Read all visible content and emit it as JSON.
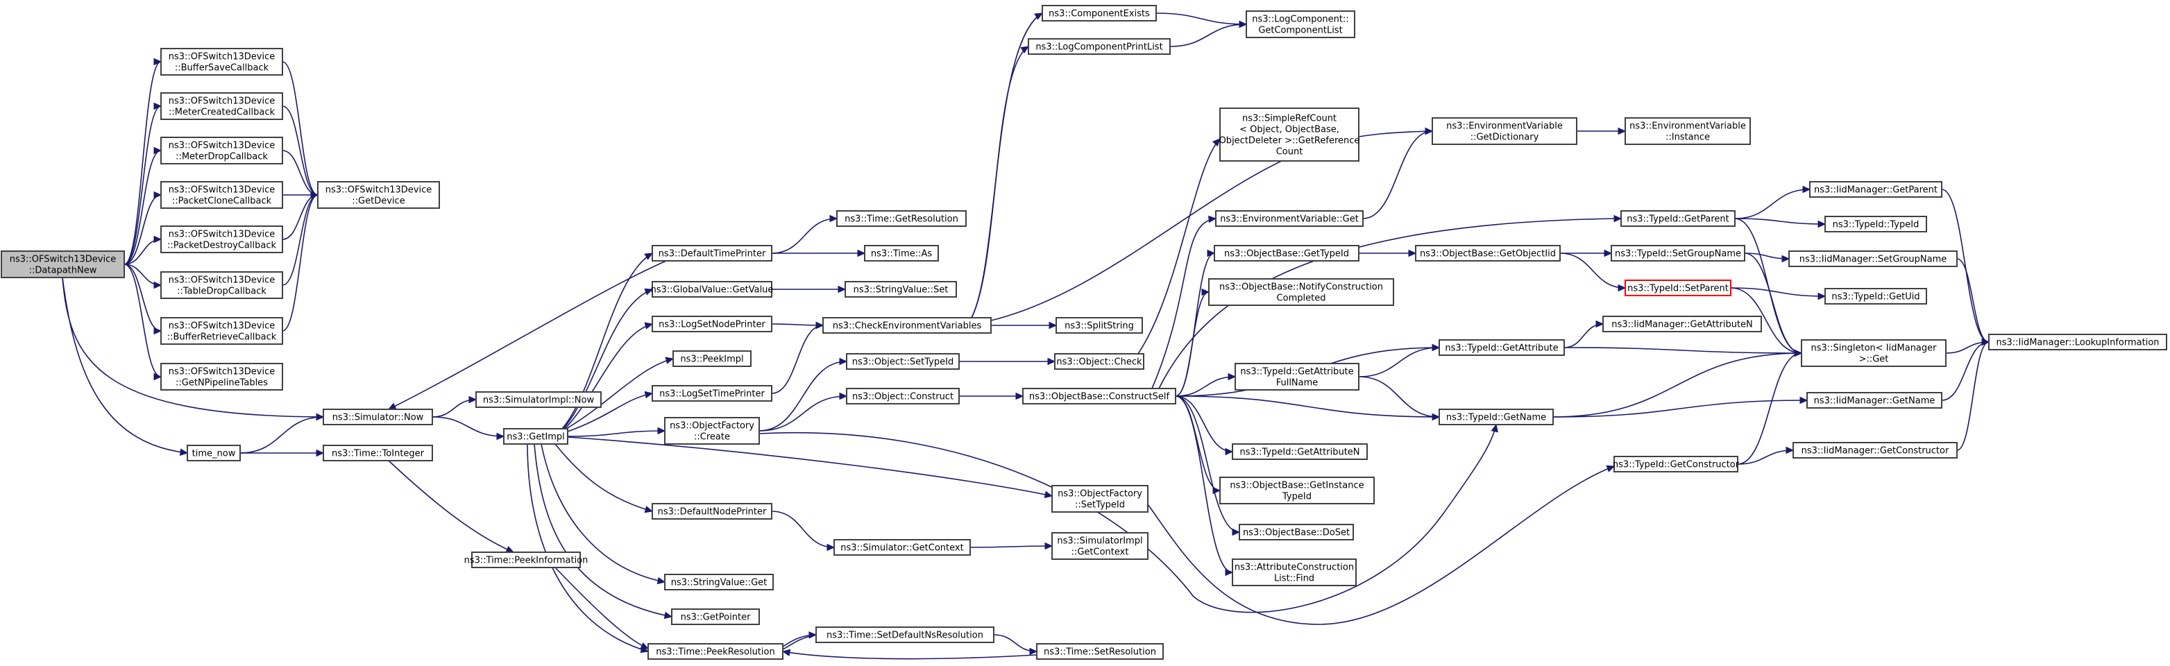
{
  "graph": {
    "root": "n0",
    "highlighted": [
      "n59"
    ],
    "colors": {
      "edge": "#191970",
      "node_border": "#404040",
      "root_fill": "#bfbfbf",
      "highlight_border": "#ff0000"
    },
    "nodes": [
      {
        "id": "n0",
        "label": [
          "ns3::OFSwitch13Device",
          "::DatapathNew"
        ]
      },
      {
        "id": "n1",
        "label": [
          "ns3::OFSwitch13Device",
          "::BufferSaveCallback"
        ]
      },
      {
        "id": "n2",
        "label": [
          "ns3::OFSwitch13Device",
          "::MeterCreatedCallback"
        ]
      },
      {
        "id": "n3",
        "label": [
          "ns3::OFSwitch13Device",
          "::MeterDropCallback"
        ]
      },
      {
        "id": "n4",
        "label": [
          "ns3::OFSwitch13Device",
          "::PacketCloneCallback"
        ]
      },
      {
        "id": "n5",
        "label": [
          "ns3::OFSwitch13Device",
          "::PacketDestroyCallback"
        ]
      },
      {
        "id": "n6",
        "label": [
          "ns3::OFSwitch13Device",
          "::TableDropCallback"
        ]
      },
      {
        "id": "n7",
        "label": [
          "ns3::OFSwitch13Device",
          "::BufferRetrieveCallback"
        ]
      },
      {
        "id": "n8",
        "label": [
          "ns3::OFSwitch13Device",
          "::GetNPipelineTables"
        ]
      },
      {
        "id": "n9",
        "label": [
          "ns3::OFSwitch13Device",
          "::GetDevice"
        ]
      },
      {
        "id": "n10",
        "label": [
          "ns3::Simulator::Now"
        ]
      },
      {
        "id": "n11",
        "label": [
          "time_now"
        ]
      },
      {
        "id": "n12",
        "label": [
          "ns3::Time::ToInteger"
        ]
      },
      {
        "id": "n13",
        "label": [
          "ns3::SimulatorImpl::Now"
        ]
      },
      {
        "id": "n14",
        "label": [
          "ns3::GetImpl"
        ]
      },
      {
        "id": "n15",
        "label": [
          "ns3::Time::PeekInformation"
        ]
      },
      {
        "id": "n16",
        "label": [
          "ns3::DefaultTimePrinter"
        ]
      },
      {
        "id": "n17",
        "label": [
          "ns3::GlobalValue::GetValue"
        ]
      },
      {
        "id": "n18",
        "label": [
          "ns3::LogSetNodePrinter"
        ]
      },
      {
        "id": "n19",
        "label": [
          "ns3::PeekImpl"
        ]
      },
      {
        "id": "n20",
        "label": [
          "ns3::LogSetTimePrinter"
        ]
      },
      {
        "id": "n21",
        "label": [
          "ns3::ObjectFactory",
          "::Create"
        ]
      },
      {
        "id": "n22",
        "label": [
          "ns3::DefaultNodePrinter"
        ]
      },
      {
        "id": "n23",
        "label": [
          "ns3::StringValue::Get"
        ]
      },
      {
        "id": "n24",
        "label": [
          "ns3::GetPointer"
        ]
      },
      {
        "id": "n25",
        "label": [
          "ns3::Time::PeekResolution"
        ]
      },
      {
        "id": "n26",
        "label": [
          "ns3::Time::GetResolution"
        ]
      },
      {
        "id": "n27",
        "label": [
          "ns3::Time::As"
        ]
      },
      {
        "id": "n28",
        "label": [
          "ns3::StringValue::Set"
        ]
      },
      {
        "id": "n29",
        "label": [
          "ns3::CheckEnvironmentVariables"
        ]
      },
      {
        "id": "n30",
        "label": [
          "ns3::Object::SetTypeId"
        ]
      },
      {
        "id": "n31",
        "label": [
          "ns3::Object::Construct"
        ]
      },
      {
        "id": "n32",
        "label": [
          "ns3::Simulator::GetContext"
        ]
      },
      {
        "id": "n33",
        "label": [
          "ns3::Time::SetDefaultNsResolution"
        ]
      },
      {
        "id": "n34",
        "label": [
          "ns3::ComponentExists"
        ]
      },
      {
        "id": "n35",
        "label": [
          "ns3::LogComponentPrintList"
        ]
      },
      {
        "id": "n36",
        "label": [
          "ns3::SplitString"
        ]
      },
      {
        "id": "n37",
        "label": [
          "ns3::Object::Check"
        ]
      },
      {
        "id": "n38",
        "label": [
          "ns3::ObjectBase::ConstructSelf"
        ]
      },
      {
        "id": "n39",
        "label": [
          "ns3::ObjectFactory",
          "::SetTypeId"
        ]
      },
      {
        "id": "n40",
        "label": [
          "ns3::SimulatorImpl",
          "::GetContext"
        ]
      },
      {
        "id": "n41",
        "label": [
          "ns3::Time::SetResolution"
        ]
      },
      {
        "id": "n42",
        "label": [
          "ns3::LogComponent::",
          "GetComponentList"
        ]
      },
      {
        "id": "n43",
        "label": [
          "ns3::SimpleRefCount",
          "< Object, ObjectBase,",
          "ObjectDeleter >::GetReference",
          "Count"
        ]
      },
      {
        "id": "n44",
        "label": [
          "ns3::EnvironmentVariable::Get"
        ]
      },
      {
        "id": "n45",
        "label": [
          "ns3::ObjectBase::GetTypeId"
        ]
      },
      {
        "id": "n46",
        "label": [
          "ns3::ObjectBase::NotifyConstruction",
          "Completed"
        ]
      },
      {
        "id": "n47",
        "label": [
          "ns3::TypeId::GetAttribute",
          "FullName"
        ]
      },
      {
        "id": "n48",
        "label": [
          "ns3::TypeId::GetAttributeN"
        ]
      },
      {
        "id": "n49",
        "label": [
          "ns3::ObjectBase::GetInstance",
          "TypeId"
        ]
      },
      {
        "id": "n50",
        "label": [
          "ns3::ObjectBase::DoSet"
        ]
      },
      {
        "id": "n51",
        "label": [
          "ns3::AttributeConstruction",
          "List::Find"
        ]
      },
      {
        "id": "n52",
        "label": [
          "ns3::EnvironmentVariable",
          "::GetDictionary"
        ]
      },
      {
        "id": "n53",
        "label": [
          "ns3::ObjectBase::GetObjectIid"
        ]
      },
      {
        "id": "n54",
        "label": [
          "ns3::TypeId::GetAttribute"
        ]
      },
      {
        "id": "n55",
        "label": [
          "ns3::TypeId::GetName"
        ]
      },
      {
        "id": "n56",
        "label": [
          "ns3::EnvironmentVariable",
          "::Instance"
        ]
      },
      {
        "id": "n57",
        "label": [
          "ns3::TypeId::GetParent"
        ]
      },
      {
        "id": "n58",
        "label": [
          "ns3::TypeId::SetGroupName"
        ]
      },
      {
        "id": "n59",
        "label": [
          "ns3::TypeId::SetParent"
        ]
      },
      {
        "id": "n60",
        "label": [
          "ns3::IidManager::GetAttributeN"
        ]
      },
      {
        "id": "n61",
        "label": [
          "ns3::TypeId::GetConstructor"
        ]
      },
      {
        "id": "n62",
        "label": [
          "ns3::IidManager::GetParent"
        ]
      },
      {
        "id": "n63",
        "label": [
          "ns3::TypeId::TypeId"
        ]
      },
      {
        "id": "n64",
        "label": [
          "ns3::IidManager::SetGroupName"
        ]
      },
      {
        "id": "n65",
        "label": [
          "ns3::TypeId::GetUid"
        ]
      },
      {
        "id": "n66",
        "label": [
          "ns3::Singleton< IidManager",
          ">::Get"
        ]
      },
      {
        "id": "n67",
        "label": [
          "ns3::IidManager::GetName"
        ]
      },
      {
        "id": "n68",
        "label": [
          "ns3::IidManager::GetConstructor"
        ]
      },
      {
        "id": "n69",
        "label": [
          "ns3::IidManager::LookupInformation"
        ]
      }
    ],
    "edges": [
      [
        "n0",
        "n1"
      ],
      [
        "n0",
        "n2"
      ],
      [
        "n0",
        "n3"
      ],
      [
        "n0",
        "n4"
      ],
      [
        "n0",
        "n5"
      ],
      [
        "n0",
        "n6"
      ],
      [
        "n0",
        "n7"
      ],
      [
        "n0",
        "n8"
      ],
      [
        "n0",
        "n10"
      ],
      [
        "n0",
        "n11"
      ],
      [
        "n1",
        "n9"
      ],
      [
        "n2",
        "n9"
      ],
      [
        "n3",
        "n9"
      ],
      [
        "n4",
        "n9"
      ],
      [
        "n5",
        "n9"
      ],
      [
        "n6",
        "n9"
      ],
      [
        "n7",
        "n9"
      ],
      [
        "n11",
        "n10"
      ],
      [
        "n11",
        "n12"
      ],
      [
        "n10",
        "n13"
      ],
      [
        "n10",
        "n14"
      ],
      [
        "n12",
        "n15"
      ],
      [
        "n14",
        "n16"
      ],
      [
        "n14",
        "n17"
      ],
      [
        "n14",
        "n18"
      ],
      [
        "n14",
        "n19"
      ],
      [
        "n14",
        "n20"
      ],
      [
        "n14",
        "n21"
      ],
      [
        "n14",
        "n22"
      ],
      [
        "n14",
        "n23"
      ],
      [
        "n14",
        "n24"
      ],
      [
        "n14",
        "n25"
      ],
      [
        "n14",
        "n39"
      ],
      [
        "n16",
        "n10"
      ],
      [
        "n16",
        "n26"
      ],
      [
        "n16",
        "n27"
      ],
      [
        "n17",
        "n28"
      ],
      [
        "n18",
        "n29"
      ],
      [
        "n20",
        "n29"
      ],
      [
        "n21",
        "n30"
      ],
      [
        "n21",
        "n31"
      ],
      [
        "n21",
        "n55"
      ],
      [
        "n22",
        "n32"
      ],
      [
        "n15",
        "n25"
      ],
      [
        "n29",
        "n34"
      ],
      [
        "n29",
        "n35"
      ],
      [
        "n29",
        "n36"
      ],
      [
        "n29",
        "n52"
      ],
      [
        "n34",
        "n42"
      ],
      [
        "n35",
        "n42"
      ],
      [
        "n30",
        "n37"
      ],
      [
        "n31",
        "n38"
      ],
      [
        "n32",
        "n40"
      ],
      [
        "n33",
        "n41"
      ],
      [
        "n41",
        "n25"
      ],
      [
        "n39",
        "n61"
      ],
      [
        "n37",
        "n43"
      ],
      [
        "n38",
        "n44"
      ],
      [
        "n38",
        "n45"
      ],
      [
        "n38",
        "n46"
      ],
      [
        "n38",
        "n47"
      ],
      [
        "n38",
        "n48"
      ],
      [
        "n38",
        "n49"
      ],
      [
        "n38",
        "n50"
      ],
      [
        "n38",
        "n51"
      ],
      [
        "n38",
        "n54"
      ],
      [
        "n38",
        "n55"
      ],
      [
        "n38",
        "n57"
      ],
      [
        "n44",
        "n52"
      ],
      [
        "n52",
        "n56"
      ],
      [
        "n45",
        "n53"
      ],
      [
        "n53",
        "n58"
      ],
      [
        "n53",
        "n59"
      ],
      [
        "n47",
        "n54"
      ],
      [
        "n47",
        "n55"
      ],
      [
        "n54",
        "n60"
      ],
      [
        "n54",
        "n66"
      ],
      [
        "n55",
        "n66"
      ],
      [
        "n55",
        "n67"
      ],
      [
        "n57",
        "n62"
      ],
      [
        "n57",
        "n63"
      ],
      [
        "n57",
        "n66"
      ],
      [
        "n58",
        "n64"
      ],
      [
        "n58",
        "n66"
      ],
      [
        "n59",
        "n65"
      ],
      [
        "n59",
        "n66"
      ],
      [
        "n61",
        "n66"
      ],
      [
        "n61",
        "n68"
      ],
      [
        "n62",
        "n69"
      ],
      [
        "n64",
        "n69"
      ],
      [
        "n66",
        "n69"
      ],
      [
        "n67",
        "n69"
      ],
      [
        "n68",
        "n69"
      ]
    ]
  }
}
